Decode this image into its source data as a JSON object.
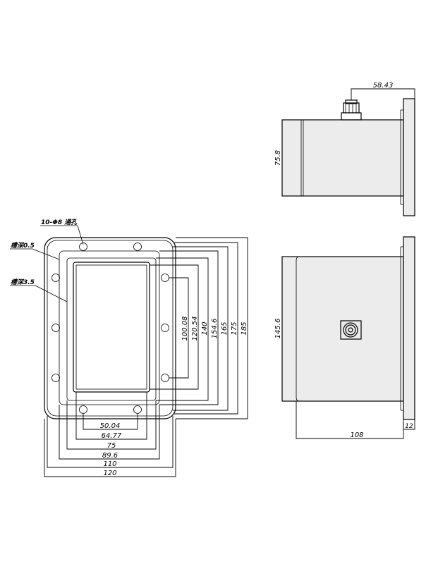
{
  "drawing": {
    "flange_view": {
      "hole_callout": "10-Φ8 通孔",
      "groove_depth_label": "槽深0.5",
      "groove_depth_label_2": "槽深3.5",
      "vertical_dims": [
        "100.08",
        "120.54",
        "140",
        "154.6",
        "165",
        "175",
        "185"
      ],
      "horizontal_dims": [
        "50.04",
        "64.77",
        "75",
        "89.6",
        "110",
        "120"
      ]
    },
    "top_side_view": {
      "connector_offset_dim": "58.43",
      "height_dim": "75.8"
    },
    "bottom_side_view": {
      "height_dim": "145.6",
      "body_length_dim": "108",
      "flange_thickness_dim": "12"
    }
  }
}
